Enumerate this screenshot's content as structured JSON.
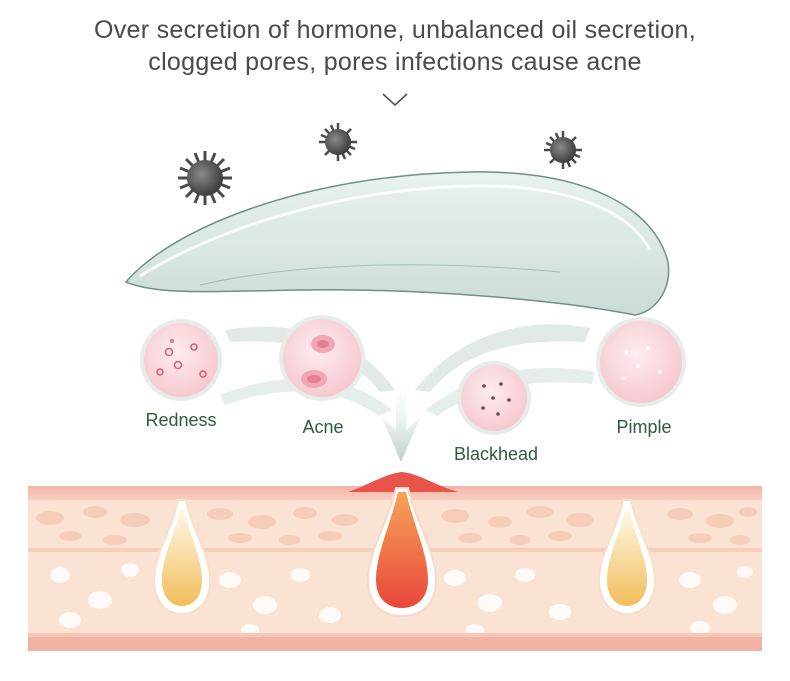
{
  "header": {
    "line1": "Over secretion of hormone, unbalanced oil secretion,",
    "line2": "clogged pores, pores infections cause acne"
  },
  "conditions": [
    {
      "label": "Redness"
    },
    {
      "label": "Acne"
    },
    {
      "label": "Blackhead"
    },
    {
      "label": "Pimple"
    }
  ],
  "colors": {
    "label_green": "#2f5a3c",
    "headline": "#4a4a4a",
    "skin_top": "#f1b3a6",
    "skin_body": "#fbe4d6",
    "inflamed": "#ef5a4a",
    "follicle": "#f4c86a"
  },
  "icons": [
    "chevron-down-icon",
    "bacteria-icon",
    "oil-shield-icon",
    "arrow-icon"
  ]
}
